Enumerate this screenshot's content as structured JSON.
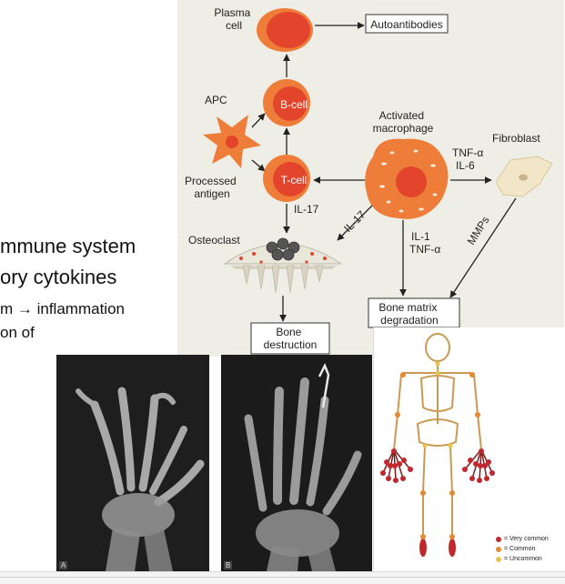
{
  "slide_text": {
    "line1": "mmune system",
    "line2": "ory cytokines",
    "line3": "m → inflammation",
    "line4": "on of"
  },
  "diagram": {
    "plasma_cell": "Plasma\ncell",
    "autoantibodies": "Autoantibodies",
    "apc": "APC",
    "b_cell": "B-cell",
    "t_cell": "T-cell",
    "processed_antigen": "Processed\nantigen",
    "activated_macrophage": "Activated\nmacrophage",
    "fibroblast": "Fibroblast",
    "tnf_il6": "TNF-α\nIL-6",
    "il17_t": "IL-17",
    "il17_m": "IL-17",
    "il1_tnf": "IL-1\nTNF-α",
    "mmps": "MMPs",
    "osteoclast": "Osteoclast",
    "bone_matrix": "Bone matrix\ndegradation",
    "bone_destruction": "Bone\ndestruction",
    "colors": {
      "cell_red": "#e2452b",
      "cell_orange": "#ef7d3a",
      "box_border": "#333333",
      "background": "#efeee6"
    }
  },
  "xrays": {
    "a_label": "A",
    "b_label": "B"
  },
  "skeleton": {
    "legend": [
      {
        "label": "= Very common",
        "color": "#c0282d"
      },
      {
        "label": "= Common",
        "color": "#e58a2e"
      },
      {
        "label": "= Uncommon",
        "color": "#e8c44a"
      }
    ]
  }
}
